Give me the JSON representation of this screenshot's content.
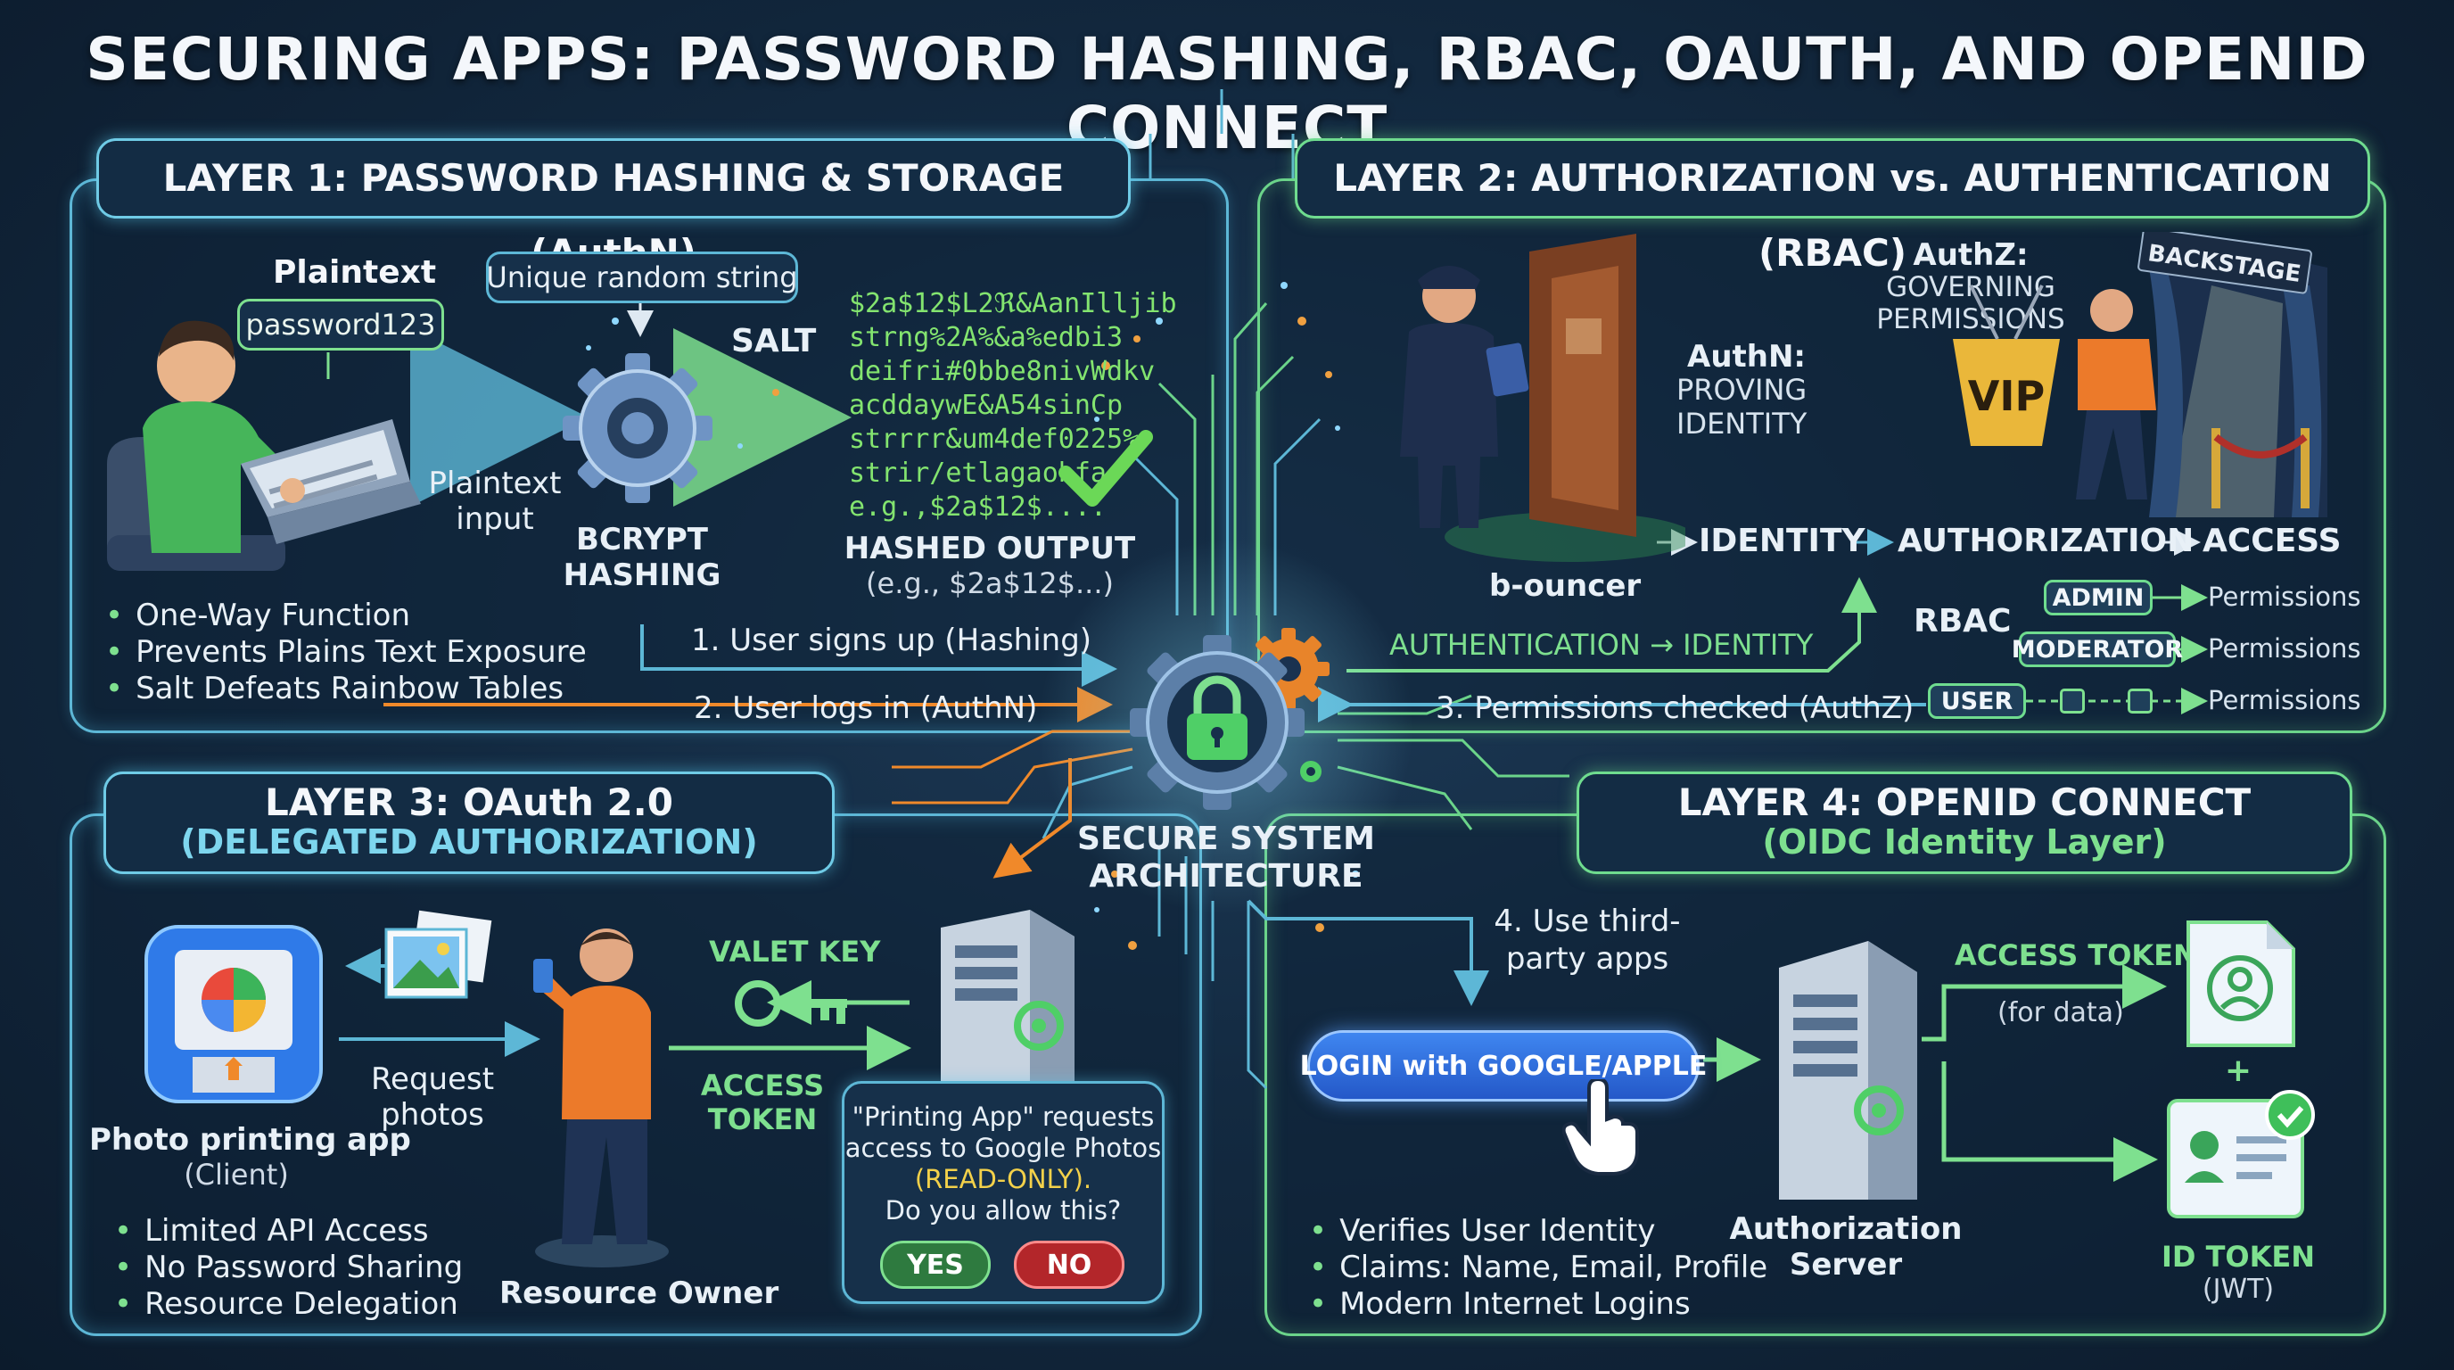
{
  "title": "SECURING APPS: PASSWORD HASHING, RBAC, OAUTH, AND OPENID CONNECT",
  "center": {
    "label_line1": "SECURE SYSTEM",
    "label_line2": "ARCHITECTURE"
  },
  "flows": {
    "step1": "1. User signs up (Hashing)",
    "step2": "2. User logs in (AuthN)",
    "step3": "3. Permissions checked (AuthZ)",
    "step4_line1": "4. Use third-",
    "step4_line2": "party apps"
  },
  "layer1": {
    "title": "LAYER 1: PASSWORD HASHING & STORAGE (AuthN)",
    "plaintext_label": "Plaintext",
    "plaintext_value": "password123",
    "salt_desc": "Unique random string",
    "salt_label": "SALT",
    "input_label_line1": "Plaintext",
    "input_label_line2": "input",
    "bcrypt_line1": "BCRYPT",
    "bcrypt_line2": "HASHING",
    "hash_lines": [
      "$2a$12$L2ℜ&AanIlljib",
      "strng%2A%&a%edbi3",
      "deifri#0bbe8nivWdkv",
      "acddaywE&A54sinCp",
      "strrrr&um4def0225%",
      "strir/etlagaobfa",
      "e.g.,$2a$12$...."
    ],
    "output_label": "HASHED OUTPUT",
    "output_example": "(e.g., $2a$12$...)",
    "bullets": [
      "One-Way Function",
      "Prevents Plains Text Exposure",
      "Salt Defeats Rainbow Tables"
    ]
  },
  "layer2": {
    "title": "LAYER 2: AUTHORIZATION vs. AUTHENTICATION (RBAC)",
    "authn_label": "AuthN:",
    "authn_desc_line1": "PROVING",
    "authn_desc_line2": "IDENTITY",
    "authz_label": "AuthZ:",
    "authz_desc_line1": "GOVERNING",
    "authz_desc_line2": "PERMISSIONS",
    "backstage_sign": "BACKSTAGE",
    "vip_sign": "VIP",
    "bouncer_label": "b-ouncer",
    "flow_identity": "IDENTITY",
    "flow_authorization": "AUTHORIZATION",
    "flow_access": "ACCESS",
    "auth_identity_label": "AUTHENTICATION → IDENTITY",
    "rbac_label": "RBAC",
    "roles": [
      "ADMIN",
      "MODERATOR",
      "USER"
    ],
    "permissions_label": "Permissions"
  },
  "layer3": {
    "title_line1": "LAYER 3: OAuth 2.0",
    "title_line2": "(DELEGATED AUTHORIZATION)",
    "app_label": "Photo printing app",
    "app_role": "(Client)",
    "request_line1": "Request",
    "request_line2": "photos",
    "valet_key": "VALET KEY",
    "access_token_line1": "ACCESS",
    "access_token_line2": "TOKEN",
    "owner_label": "Resource Owner",
    "consent_line1": "\"Printing App\" requests",
    "consent_line2": "access to Google Photos",
    "consent_line3": "(READ-ONLY).",
    "consent_line4": "Do you allow this?",
    "yes_label": "YES",
    "no_label": "NO",
    "bullets": [
      "Limited API Access",
      "No Password Sharing",
      "Resource Delegation"
    ]
  },
  "layer4": {
    "title_line1": "LAYER 4: OPENID CONNECT",
    "title_line2": "(OIDC Identity Layer)",
    "login_button": "LOGIN with GOOGLE/APPLE",
    "server_line1": "Authorization",
    "server_line2": "Server",
    "access_token": "ACCESS TOKEN",
    "access_token_note": "(for data)",
    "plus": "+",
    "id_token": "ID TOKEN",
    "id_token_note": "(JWT)",
    "bullets": [
      "Verifies User Identity",
      "Claims: Name, Email, Profile",
      "Modern Internet Logins"
    ]
  },
  "colors": {
    "panel_blue": "#5db7d6",
    "panel_green": "#6bd48a",
    "hash_green": "#83e46f",
    "accent_orange": "#f0892a",
    "button_blue": "#2f6fe0"
  }
}
